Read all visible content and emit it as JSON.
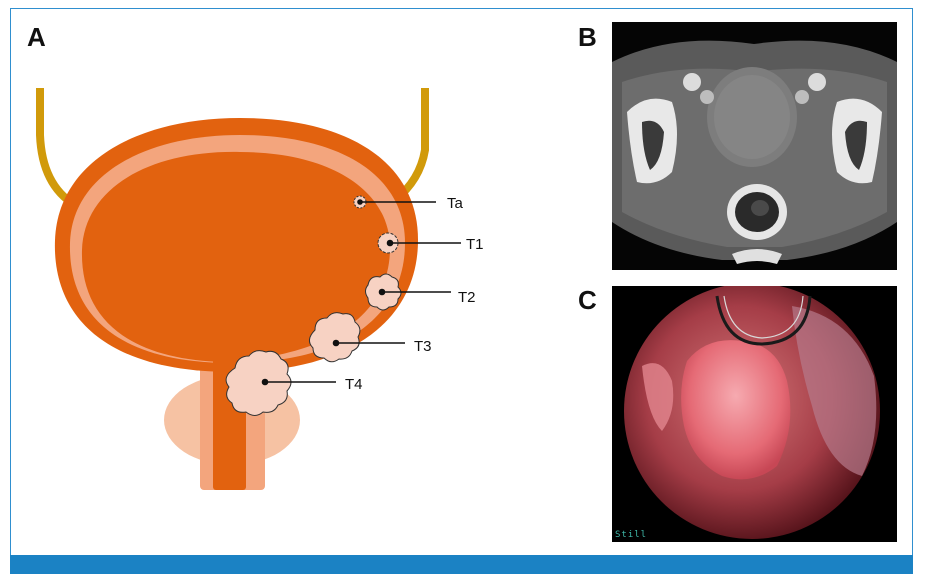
{
  "panels": {
    "a": "A",
    "b": "B",
    "c": "C"
  },
  "stages": [
    "Ta",
    "T1",
    "T2",
    "T3",
    "T4"
  ],
  "ct_image": {
    "description_icon": "ct-pelvis-image"
  },
  "endoscopy_image": {
    "overlay_text": "Still"
  },
  "colors": {
    "bladder_wall": "#e2620f",
    "bladder_lining": "#f3a57d",
    "prostate": "#f6c2a3",
    "ureter": "#d19a0a",
    "tumor": "#f7d2c3",
    "frame": "#2f8fcf",
    "bar": "#1b82c4"
  }
}
